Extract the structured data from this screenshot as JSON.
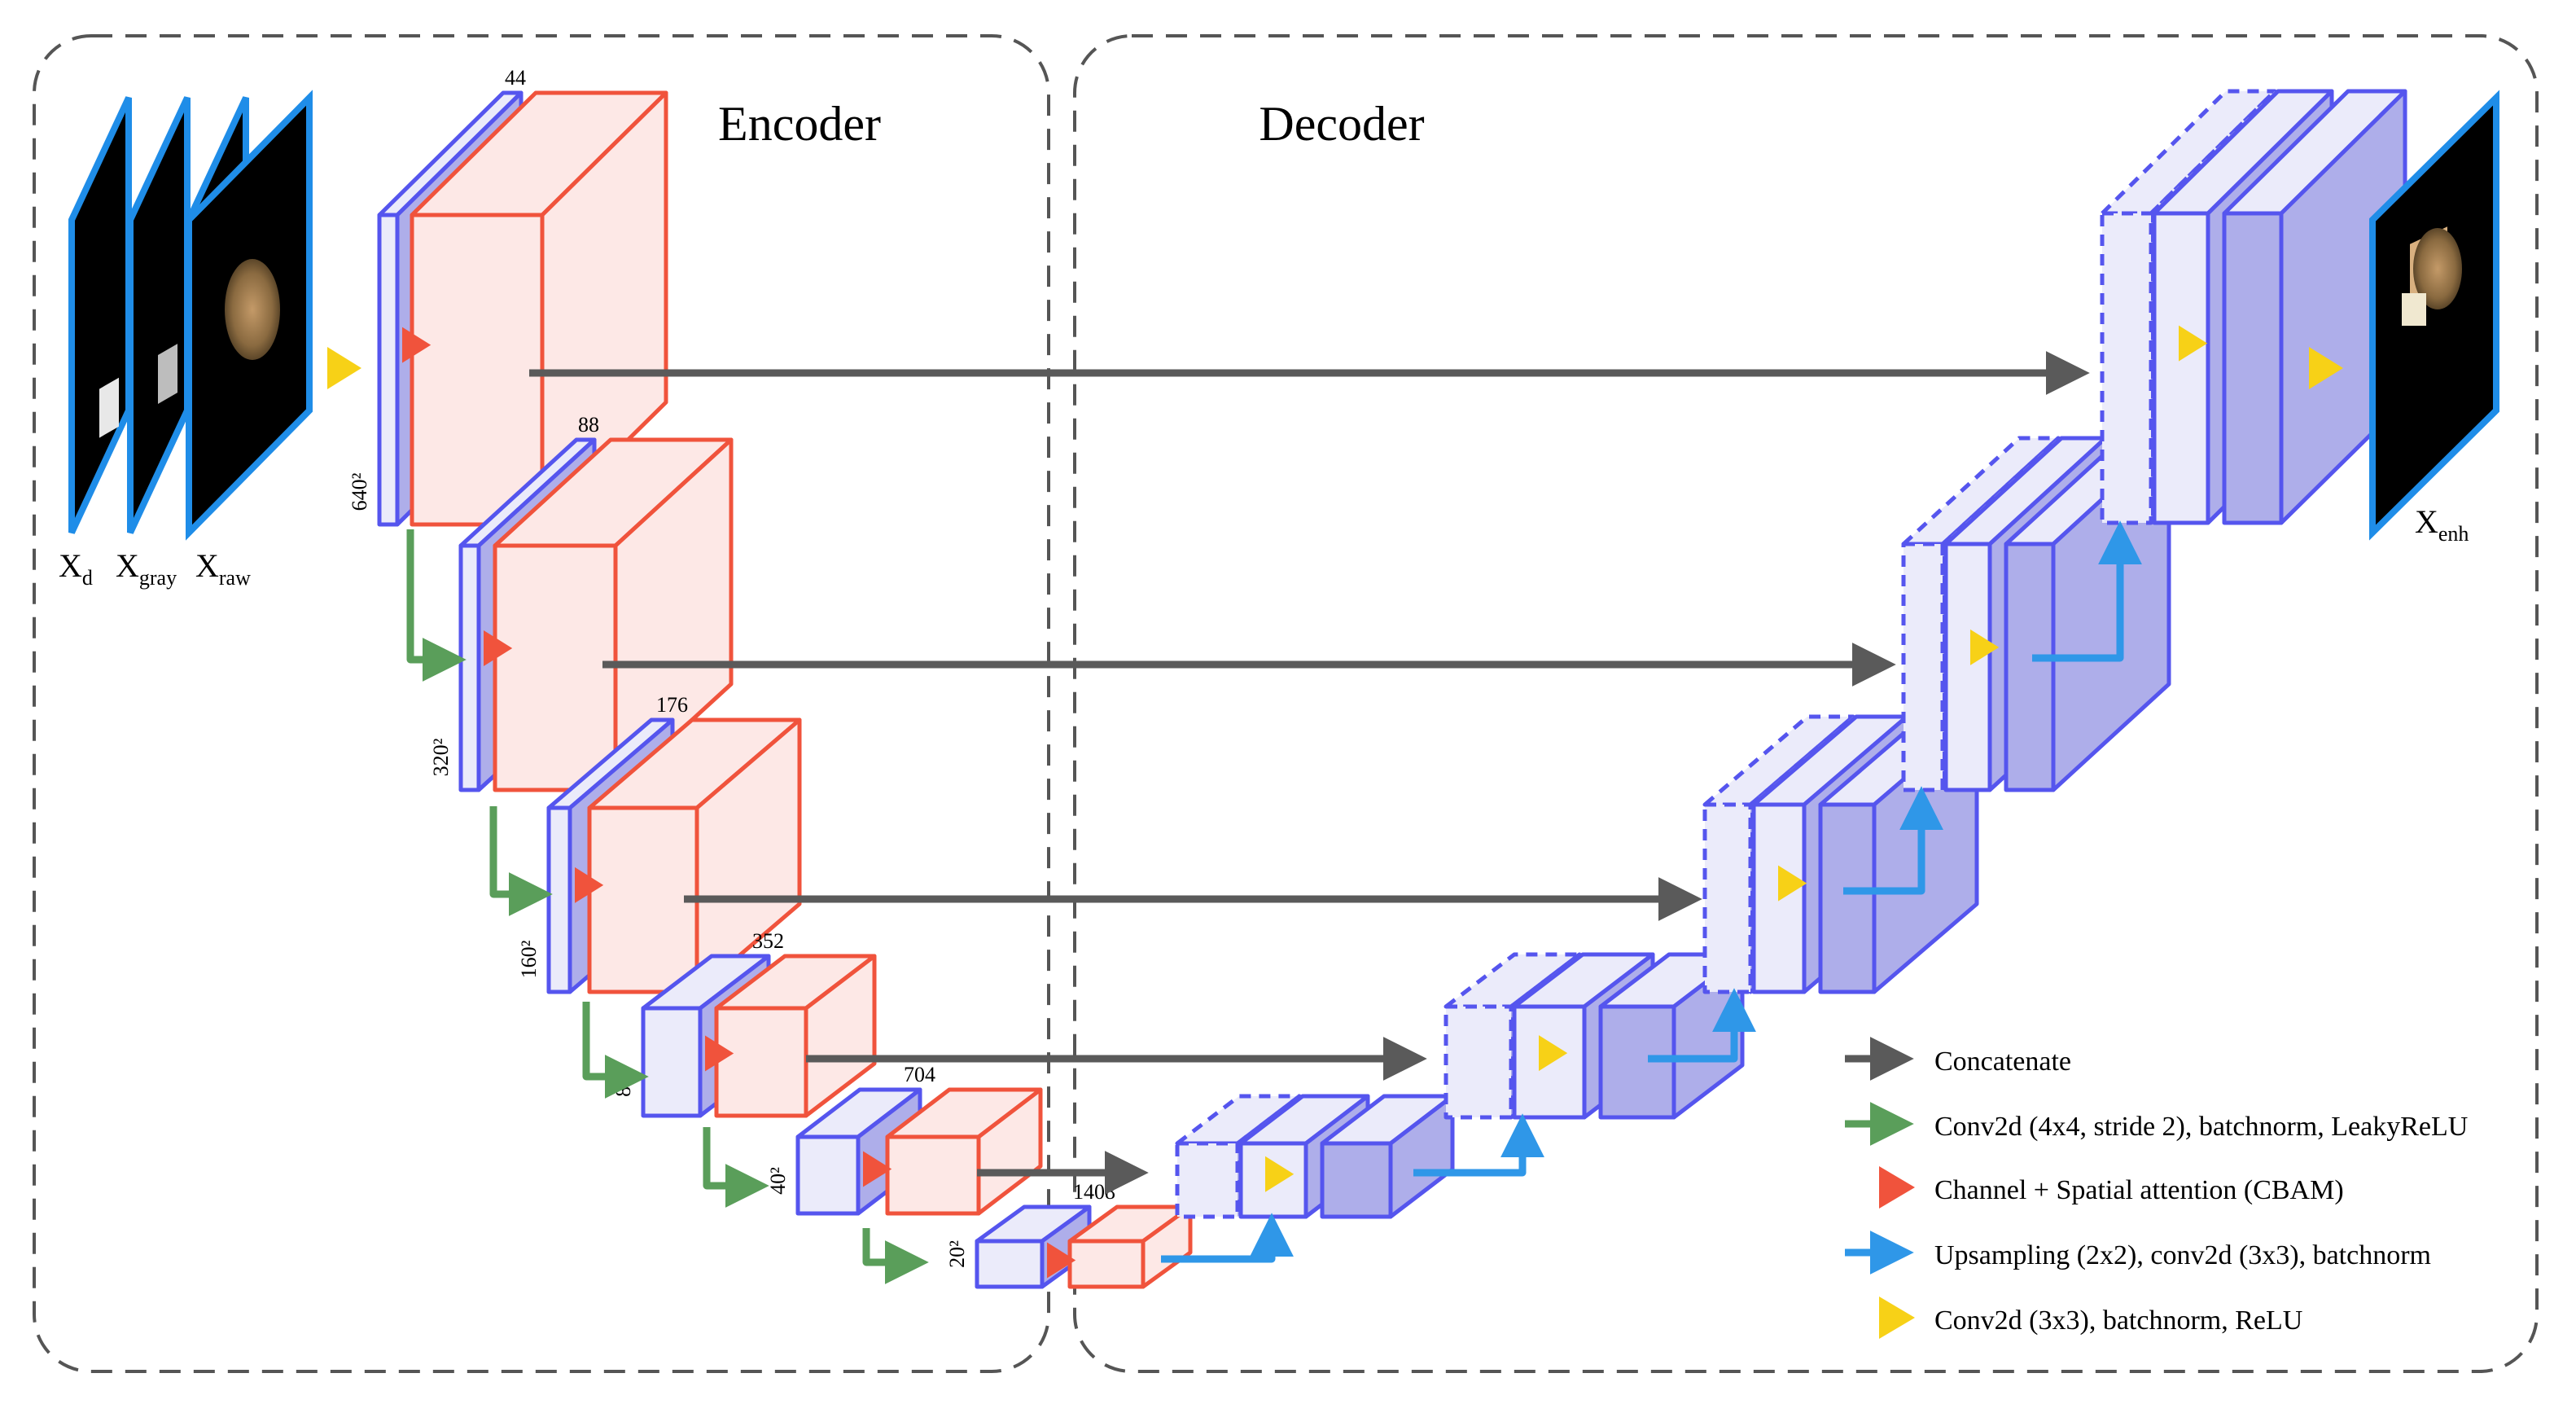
{
  "sections": {
    "encoder_title": "Encoder",
    "decoder_title": "Decoder"
  },
  "inputs": {
    "labels": [
      {
        "base": "X",
        "sub": "d"
      },
      {
        "base": "X",
        "sub": "gray"
      },
      {
        "base": "X",
        "sub": "raw"
      }
    ]
  },
  "output": {
    "label": {
      "base": "X",
      "sub": "enh"
    }
  },
  "encoder_levels": [
    {
      "channels": "44",
      "size": "640²"
    },
    {
      "channels": "88",
      "size": "320²"
    },
    {
      "channels": "176",
      "size": "160²"
    },
    {
      "channels": "352",
      "size": "80²"
    },
    {
      "channels": "704",
      "size": "40²"
    },
    {
      "channels": "1408",
      "size": "20²"
    }
  ],
  "legend": [
    {
      "label": "Concatenate",
      "color": "#5a5a5a",
      "kind": "arrow"
    },
    {
      "label": "Conv2d (4x4, stride 2), batchnorm, LeakyReLU",
      "color": "#5a9e5a",
      "kind": "arrow"
    },
    {
      "label": "Channel + Spatial attention (CBAM)",
      "color": "#f0533c",
      "kind": "triangle"
    },
    {
      "label": "Upsampling (2x2), conv2d (3x3), batchnorm",
      "color": "#2f97e8",
      "kind": "arrow"
    },
    {
      "label": "Conv2d (3x3), batchnorm, ReLU",
      "color": "#f7d117",
      "kind": "triangle"
    }
  ],
  "colors": {
    "frame": "#555555",
    "block_blue_fill": "#ebebfa",
    "block_blue_dark": "#aeaeea",
    "block_blue_stroke": "#5555ee",
    "block_red_fill": "#fde8e6",
    "block_red_stroke": "#f0533c",
    "input_border": "#1f8de8",
    "concat": "#5a5a5a",
    "down": "#5a9e5a",
    "up": "#2f97e8",
    "cbam": "#f0533c",
    "conv": "#f7d117"
  }
}
